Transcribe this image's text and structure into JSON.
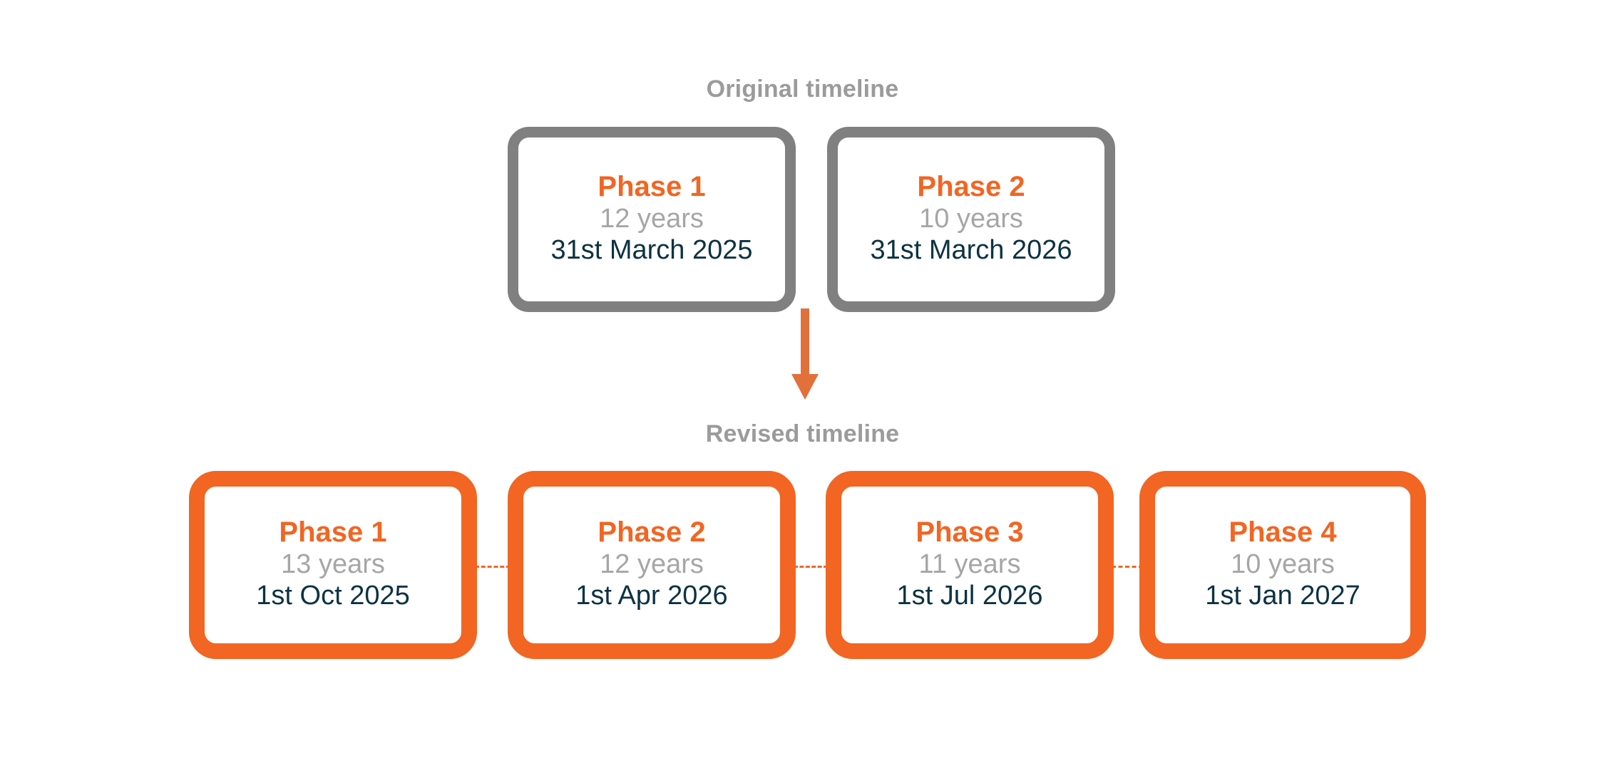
{
  "original": {
    "caption": "Original timeline",
    "phases": [
      {
        "title": "Phase 1",
        "duration": "12 years",
        "date": "31st March 2025"
      },
      {
        "title": "Phase 2",
        "duration": "10 years",
        "date": "31st March 2026"
      }
    ]
  },
  "revised": {
    "caption": "Revised timeline",
    "phases": [
      {
        "title": "Phase 1",
        "duration": "13 years",
        "date": "1st Oct 2025"
      },
      {
        "title": "Phase 2",
        "duration": "12 years",
        "date": "1st Apr 2026"
      },
      {
        "title": "Phase 3",
        "duration": "11 years",
        "date": "1st Jul 2026"
      },
      {
        "title": "Phase 4",
        "duration": "10 years",
        "date": "1st Jan 2027"
      }
    ]
  },
  "icons": {
    "transition_arrow": "down-arrow-icon"
  },
  "colors": {
    "accent_orange": "#F26522",
    "arrow_orange": "#E2703A",
    "original_border_grey": "#808080",
    "caption_grey": "#9b9b9b",
    "duration_grey": "#a6a6a6",
    "date_navy": "#0c3242",
    "background": "#ffffff"
  }
}
